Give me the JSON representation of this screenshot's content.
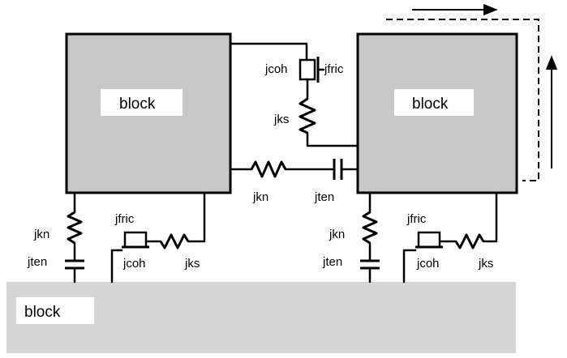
{
  "blocks": {
    "left": "block",
    "right": "block",
    "ground": "block"
  },
  "labels": {
    "jcoh_top": "jcoh",
    "jfric_top": "jfric",
    "jks_top": "jks",
    "jkn_mid": "jkn",
    "jten_mid": "jten",
    "jkn_left": "jkn",
    "jten_left": "jten",
    "jfric_left": "jfric",
    "jcoh_left": "jcoh",
    "jks_left": "jks",
    "jkn_right": "jkn",
    "jten_right": "jten",
    "jfric_right": "jfric",
    "jcoh_right": "jcoh",
    "jks_right": "jks"
  },
  "icons": {
    "displacement_arrows": "arrow-icon",
    "displaced_outline": "dashed-outline"
  }
}
